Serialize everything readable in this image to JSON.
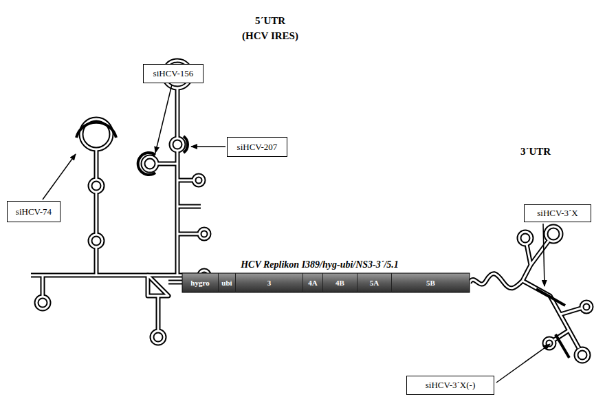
{
  "diagram": {
    "nodes": [
      {
        "text": [
          "siHCV-156"
        ]
      },
      {
        "text": [
          "siHCV-207"
        ]
      },
      {
        "text": [
          "siHCV-74"
        ]
      },
      {
        "text": [
          "siHCV-3´X"
        ]
      },
      {
        "text": [
          "hygro"
        ]
      },
      {
        "text": [
          "ubi"
        ]
      },
      {
        "text": [
          "3"
        ]
      },
      {
        "text": [
          "4A"
        ]
      },
      {
        "text": [
          "4B"
        ]
      },
      {
        "text": [
          "5A"
        ]
      },
      {
        "text": [
          "5B"
        ]
      },
      {
        "text": [
          "siHCV-3´X(-)"
        ]
      }
    ],
    "labels": [
      "5´UTR",
      "(HCV IRES)",
      "3´UTR",
      "HCV Replikon I389/hyg-ubi/NS3-3´/5.1"
    ]
  }
}
